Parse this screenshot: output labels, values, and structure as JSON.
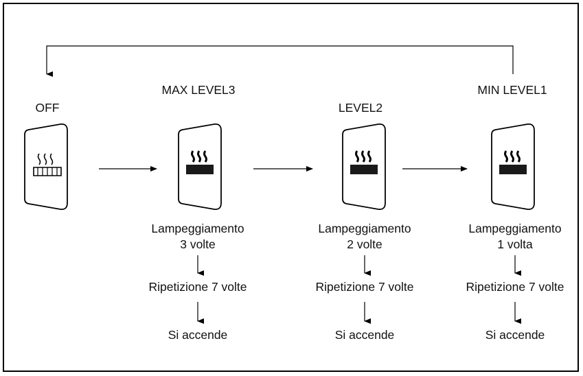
{
  "states": [
    {
      "title": "OFF",
      "icon": "rear-defroster-outline-icon",
      "lines": []
    },
    {
      "title": "MAX LEVEL3",
      "icon": "rear-defroster-filled-icon",
      "lines": [
        "Lampeggiamento",
        "3 volte",
        "Ripetizione 7 volte",
        "Si accende"
      ]
    },
    {
      "title": "LEVEL2",
      "icon": "rear-defroster-filled-icon",
      "lines": [
        "Lampeggiamento",
        "2 volte",
        "Ripetizione 7 volte",
        "Si accende"
      ]
    },
    {
      "title": "MIN LEVEL1",
      "icon": "rear-defroster-filled-icon",
      "lines": [
        "Lampeggiamento",
        "1 volta",
        "Ripetizione 7 volte",
        "Si accende"
      ]
    }
  ],
  "colors": {
    "stroke": "#000000",
    "fill": "#1a1a1a",
    "background": "#ffffff"
  }
}
